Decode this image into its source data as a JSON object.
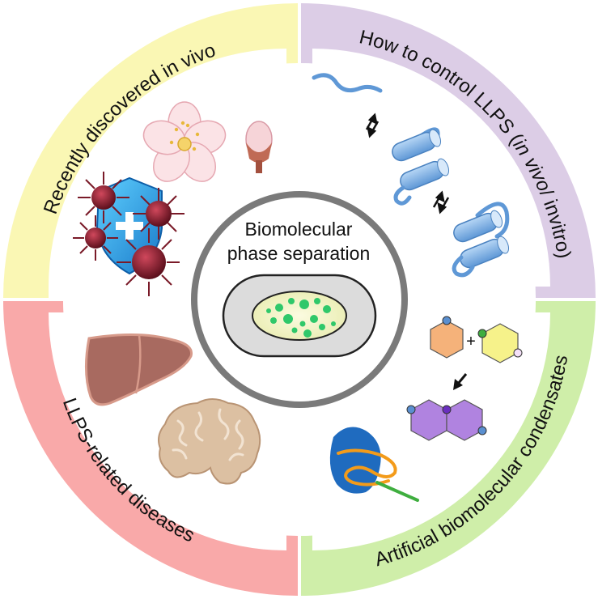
{
  "center": {
    "title_line1": "Biomolecular",
    "title_line2": "phase separation"
  },
  "quadrants": {
    "top_left": {
      "label": "Recently discovered in vivo",
      "color": "#faf7b4"
    },
    "top_right": {
      "label_prefix": "How to control LLPS (",
      "label_italic": "in vivo",
      "label_suffix": "/ invitro)",
      "color": "#dccde6"
    },
    "bottom_left": {
      "label": "LLPS-related diseases",
      "color": "#f9a9a9"
    },
    "bottom_right": {
      "label": "Artificial biomolecular condensates",
      "color": "#cfeea9"
    }
  },
  "plus_sign": "+",
  "colors": {
    "ring_gray": "#7a7a7a",
    "droplet_green": "#2fc86a",
    "helix_blue": "#7fb2e6",
    "virus_red": "#7a1a28",
    "liver": "#a86a60",
    "brain": "#d7bca0",
    "hex_orange": "#f5b27a",
    "hex_yellow": "#f6f28a",
    "hex_purple": "#b083e0",
    "blob_blue": "#1f6bbf",
    "loop_orange": "#f39b1a",
    "tail_green": "#3fae3f"
  }
}
